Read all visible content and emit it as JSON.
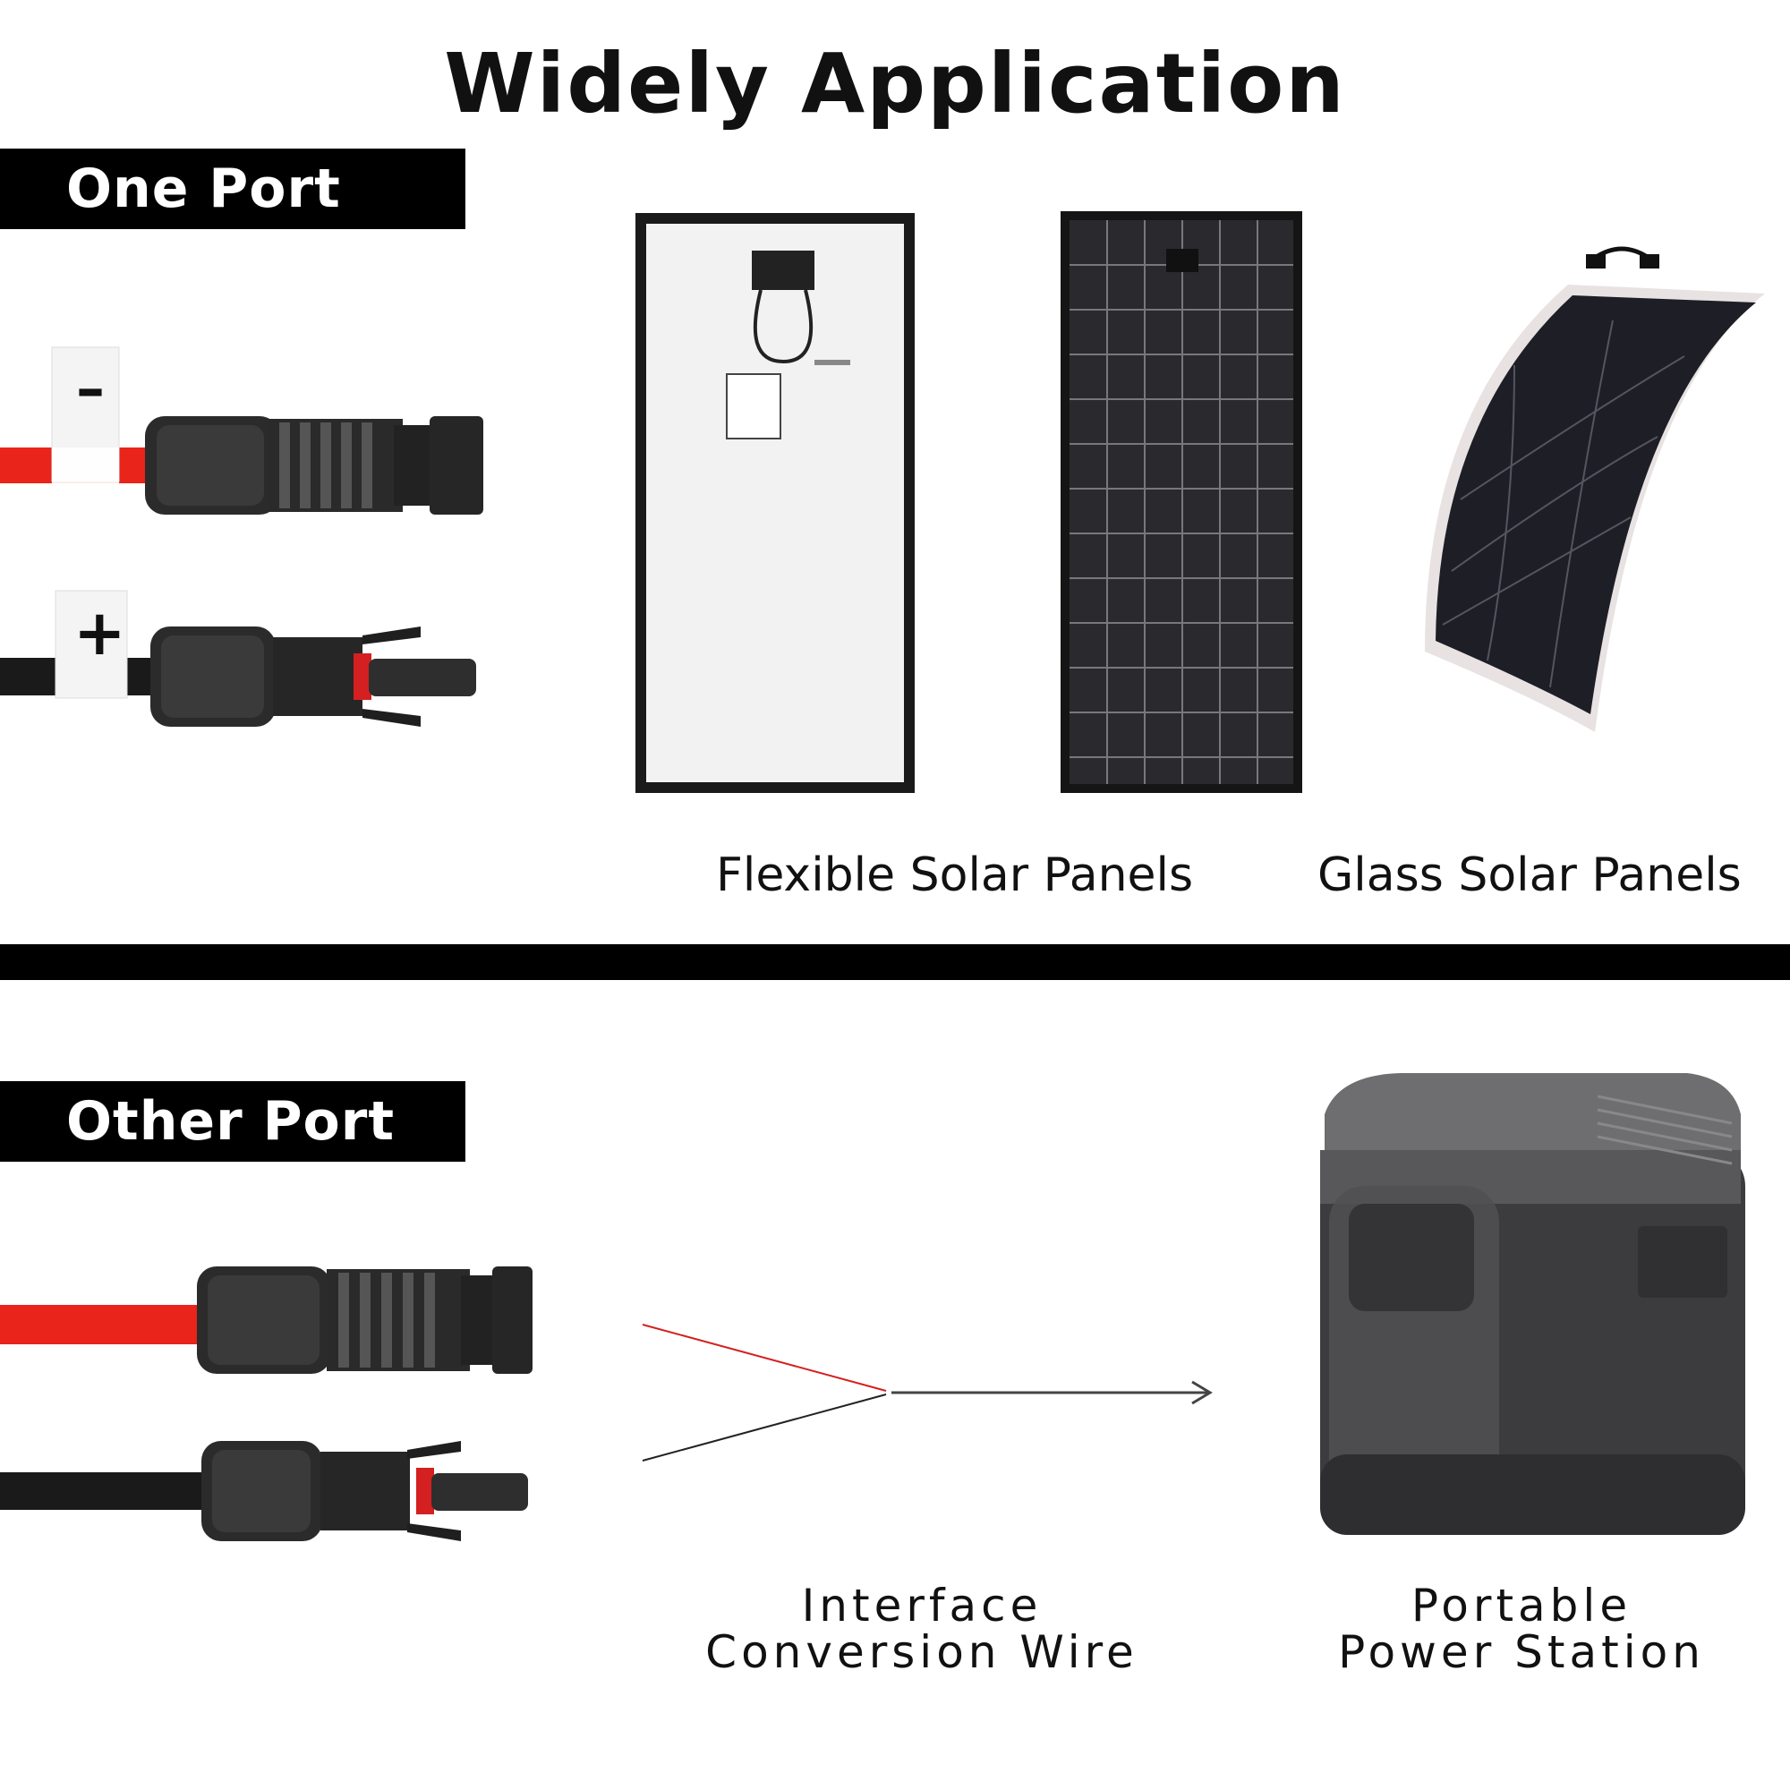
{
  "header": {
    "title": "Widely Application"
  },
  "sections": {
    "one_port": "One Port",
    "other_port": "Other Port"
  },
  "connector_labels": {
    "minus": "–",
    "plus": "+"
  },
  "captions": {
    "flexible": "Flexible Solar Panels",
    "glass": "Glass Solar Panels",
    "interface_1": "Interface",
    "interface_2": "Conversion Wire",
    "station_1": "Portable",
    "station_2": "Power Station"
  },
  "colors": {
    "red_cable": "#e8241b",
    "black_cable": "#1a1a1a",
    "banner": "#000000",
    "accent_red": "#d42020"
  }
}
